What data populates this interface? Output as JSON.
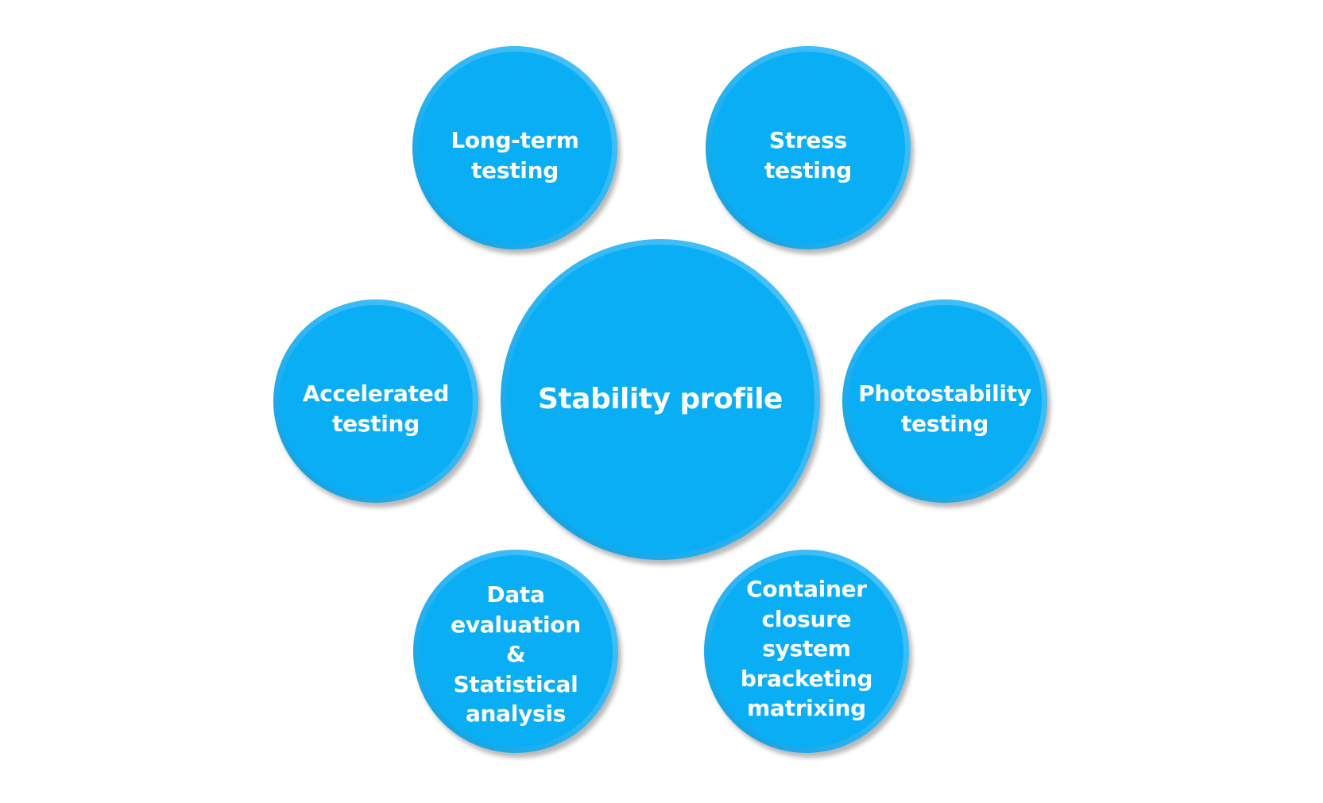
{
  "diagram": {
    "title": "Stability profile",
    "colors": {
      "fill": "#0aaef5",
      "rim_light": "#4cc4fa",
      "rim_dark": "#0b9ddd",
      "text": "#ffffff",
      "background": "#ffffff"
    },
    "center": {
      "label": "Stability profile"
    },
    "satellites": [
      {
        "id": "long-term",
        "label": "Long-term\ntesting",
        "position": "top-left"
      },
      {
        "id": "stress",
        "label": "Stress\ntesting",
        "position": "top-right"
      },
      {
        "id": "accelerated",
        "label": "Accelerated\ntesting",
        "position": "middle-left"
      },
      {
        "id": "photostability",
        "label": "Photostability\ntesting",
        "position": "middle-right"
      },
      {
        "id": "data-evaluation",
        "label": "Data\nevaluation\n&\nStatistical\nanalysis",
        "position": "bottom-left"
      },
      {
        "id": "container-closure",
        "label": "Container\nclosure\nsystem\nbracketing\nmatrixing",
        "position": "bottom-right"
      }
    ]
  }
}
